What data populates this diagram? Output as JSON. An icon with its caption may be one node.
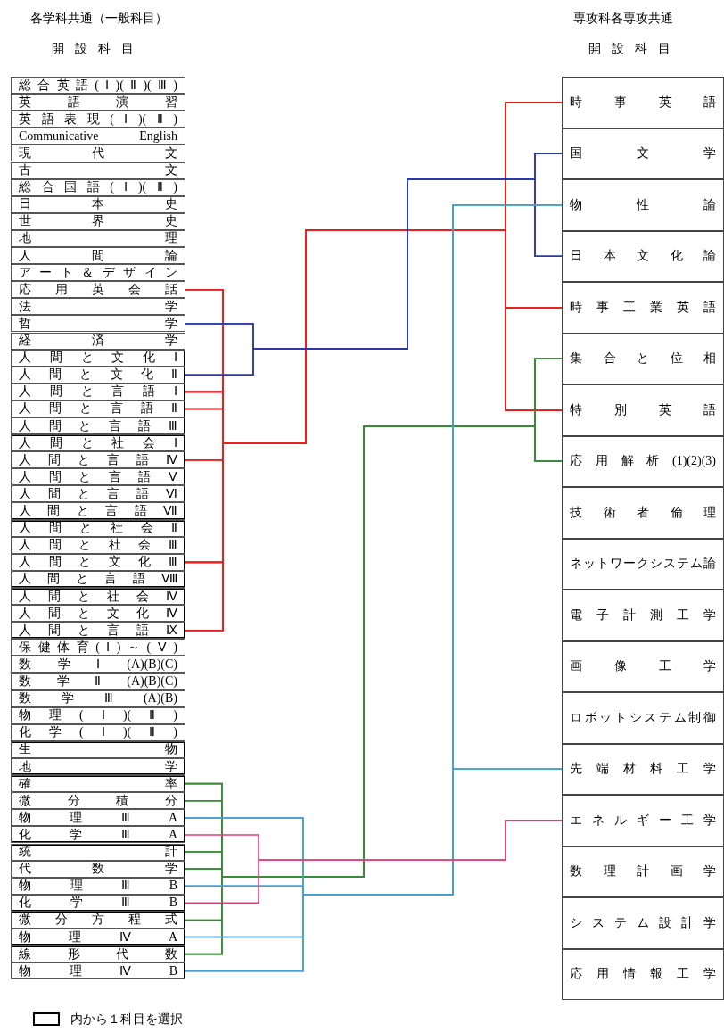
{
  "diagram": {
    "nodes": [
      {
        "text": [
          "総合英語(Ⅰ)(Ⅱ)(Ⅲ)"
        ]
      },
      {
        "text": [
          "英語演習"
        ]
      },
      {
        "text": [
          "英語表現(Ⅰ)(Ⅱ)"
        ]
      },
      {
        "text": [
          "Communicative English"
        ]
      },
      {
        "text": [
          "現代文"
        ]
      },
      {
        "text": [
          "古文"
        ]
      },
      {
        "text": [
          "総合国語(Ⅰ)(Ⅱ)"
        ]
      },
      {
        "text": [
          "日本史"
        ]
      },
      {
        "text": [
          "世界史"
        ]
      },
      {
        "text": [
          "地理"
        ]
      },
      {
        "text": [
          "人間論"
        ]
      },
      {
        "text": [
          "アート＆デザイン"
        ]
      },
      {
        "text": [
          "応用英会話"
        ]
      },
      {
        "text": [
          "法学"
        ]
      },
      {
        "text": [
          "哲学"
        ]
      },
      {
        "text": [
          "経済学"
        ]
      },
      {
        "text": [],
        "shape": "box"
      },
      {
        "text": [
          "人間と文化Ⅰ"
        ],
        "in": 16
      },
      {
        "text": [
          "人間と文化Ⅱ"
        ],
        "in": 16
      },
      {
        "text": [
          "人間と言語Ⅰ"
        ],
        "in": 16
      },
      {
        "text": [
          "人間と言語Ⅱ"
        ],
        "in": 16
      },
      {
        "text": [
          "人間と言語Ⅲ"
        ],
        "in": 16
      },
      {
        "text": [],
        "shape": "box"
      },
      {
        "text": [
          "人間と社会Ⅰ"
        ],
        "in": 22
      },
      {
        "text": [
          "人間と言語Ⅳ"
        ],
        "in": 22
      },
      {
        "text": [
          "人間と言語Ⅴ"
        ],
        "in": 22
      },
      {
        "text": [
          "人間と言語Ⅵ"
        ],
        "in": 22
      },
      {
        "text": [
          "人間と言語Ⅶ"
        ],
        "in": 22
      },
      {
        "text": [],
        "shape": "box"
      },
      {
        "text": [
          "人間と社会Ⅱ"
        ],
        "in": 28
      },
      {
        "text": [
          "人間と社会Ⅲ"
        ],
        "in": 28
      },
      {
        "text": [
          "人間と文化Ⅲ"
        ],
        "in": 28
      },
      {
        "text": [
          "人間と言語Ⅷ"
        ],
        "in": 28
      },
      {
        "text": [],
        "shape": "box"
      },
      {
        "text": [
          "人間と社会Ⅳ"
        ],
        "in": 33
      },
      {
        "text": [
          "人間と文化Ⅳ"
        ],
        "in": 33
      },
      {
        "text": [
          "人間と言語Ⅸ"
        ],
        "in": 33
      },
      {
        "text": [
          "保健体育(Ⅰ)～(Ⅴ)"
        ]
      },
      {
        "text": [
          "数学Ⅰ(A)(B)(C)"
        ]
      },
      {
        "text": [
          "数学Ⅱ(A)(B)(C)"
        ]
      },
      {
        "text": [
          "数学Ⅲ(A)(B)"
        ]
      },
      {
        "text": [
          "物理(Ⅰ)(Ⅱ)"
        ]
      },
      {
        "text": [
          "化学(Ⅰ)(Ⅱ)"
        ]
      },
      {
        "text": [],
        "shape": "box"
      },
      {
        "text": [
          "生物"
        ],
        "in": 43
      },
      {
        "text": [
          "地学"
        ],
        "in": 43
      },
      {
        "text": [],
        "shape": "box"
      },
      {
        "text": [
          "確率"
        ],
        "in": 46
      },
      {
        "text": [
          "微分積分"
        ],
        "in": 46
      },
      {
        "text": [
          "物理ⅢA"
        ],
        "in": 46
      },
      {
        "text": [
          "化学ⅢA"
        ],
        "in": 46
      },
      {
        "text": [],
        "shape": "box"
      },
      {
        "text": [
          "統計"
        ],
        "in": 51
      },
      {
        "text": [
          "代数学"
        ],
        "in": 51
      },
      {
        "text": [
          "物理ⅢB"
        ],
        "in": 51
      },
      {
        "text": [
          "化学ⅢB"
        ],
        "in": 51
      },
      {
        "text": [],
        "shape": "box"
      },
      {
        "text": [
          "微分方程式"
        ],
        "in": 56
      },
      {
        "text": [
          "物理ⅣA"
        ],
        "in": 56
      },
      {
        "text": [],
        "shape": "box"
      },
      {
        "text": [
          "線形代数"
        ],
        "in": 59
      },
      {
        "text": [
          "物理ⅣB"
        ],
        "in": 59
      },
      {
        "text": [
          "時事英語"
        ]
      },
      {
        "text": [
          "国文学"
        ]
      },
      {
        "text": [
          "物性論"
        ]
      },
      {
        "text": [
          "日本文化論"
        ]
      },
      {
        "text": [
          "時事工業英語"
        ]
      },
      {
        "text": [
          "集合と位相"
        ]
      },
      {
        "text": [
          "特別英語"
        ]
      },
      {
        "text": [
          "応用解析(1)(2)(3)"
        ]
      },
      {
        "text": [
          "技術者倫理"
        ]
      },
      {
        "text": [
          "ネットワークシステム論"
        ]
      },
      {
        "text": [
          "電子計測工学"
        ]
      },
      {
        "text": [
          "画像工学"
        ]
      },
      {
        "text": [
          "ロボットシステム制御"
        ]
      },
      {
        "text": [
          "先端材料工学"
        ]
      },
      {
        "text": [
          "エネルギー工学"
        ]
      },
      {
        "text": [
          "数理計画学"
        ]
      },
      {
        "text": [
          "システム設計学"
        ]
      },
      {
        "text": [
          "応用情報工学"
        ]
      }
    ],
    "edges": [
      {
        "from": 12,
        "to": 62,
        "arrow": "none"
      },
      {
        "from": 12,
        "to": 66,
        "arrow": "none"
      },
      {
        "from": 12,
        "to": 68,
        "arrow": "none"
      },
      {
        "from": 19,
        "to": 62,
        "arrow": "none"
      },
      {
        "from": 19,
        "to": 66,
        "arrow": "none"
      },
      {
        "from": 19,
        "to": 68,
        "arrow": "none"
      },
      {
        "from": 20,
        "to": 62,
        "arrow": "none"
      },
      {
        "from": 20,
        "to": 66,
        "arrow": "none"
      },
      {
        "from": 20,
        "to": 68,
        "arrow": "none"
      },
      {
        "from": 24,
        "to": 62,
        "arrow": "none"
      },
      {
        "from": 24,
        "to": 66,
        "arrow": "none"
      },
      {
        "from": 24,
        "to": 68,
        "arrow": "none"
      },
      {
        "from": 31,
        "to": 62,
        "arrow": "none"
      },
      {
        "from": 31,
        "to": 66,
        "arrow": "none"
      },
      {
        "from": 31,
        "to": 68,
        "arrow": "none"
      },
      {
        "from": 36,
        "to": 62,
        "arrow": "none"
      },
      {
        "from": 36,
        "to": 66,
        "arrow": "none"
      },
      {
        "from": 36,
        "to": 68,
        "arrow": "none"
      },
      {
        "from": 14,
        "to": 63,
        "arrow": "none",
        "color": "#2b3aa8"
      },
      {
        "from": 14,
        "to": 65,
        "arrow": "none",
        "color": "#2b3aa8"
      },
      {
        "from": 18,
        "to": 63,
        "arrow": "none",
        "color": "#2b3aa8"
      },
      {
        "from": 18,
        "to": 65,
        "arrow": "none",
        "color": "#2b3aa8"
      },
      {
        "from": 47,
        "to": 67,
        "arrow": "none",
        "color": "#3a8a3a"
      },
      {
        "from": 47,
        "to": 69,
        "arrow": "none",
        "color": "#3a8a3a"
      },
      {
        "from": 48,
        "to": 67,
        "arrow": "none",
        "color": "#3a8a3a"
      },
      {
        "from": 48,
        "to": 69,
        "arrow": "none",
        "color": "#3a8a3a"
      },
      {
        "from": 52,
        "to": 67,
        "arrow": "none",
        "color": "#3a8a3a"
      },
      {
        "from": 52,
        "to": 69,
        "arrow": "none",
        "color": "#3a8a3a"
      },
      {
        "from": 53,
        "to": 67,
        "arrow": "none",
        "color": "#3a8a3a"
      },
      {
        "from": 53,
        "to": 69,
        "arrow": "none",
        "color": "#3a8a3a"
      },
      {
        "from": 57,
        "to": 67,
        "arrow": "none",
        "color": "#3a8a3a"
      },
      {
        "from": 57,
        "to": 69,
        "arrow": "none",
        "color": "#3a8a3a"
      },
      {
        "from": 60,
        "to": 67,
        "arrow": "none",
        "color": "#3a8a3a"
      },
      {
        "from": 60,
        "to": 69,
        "arrow": "none",
        "color": "#3a8a3a"
      },
      {
        "from": 49,
        "to": 64,
        "arrow": "none",
        "color": "#4a9fd4"
      },
      {
        "from": 49,
        "to": 75,
        "arrow": "none",
        "color": "#4a9fd4"
      },
      {
        "from": 54,
        "to": 64,
        "arrow": "none",
        "color": "#4a9fd4"
      },
      {
        "from": 54,
        "to": 75,
        "arrow": "none",
        "color": "#4a9fd4"
      },
      {
        "from": 58,
        "to": 64,
        "arrow": "none",
        "color": "#4a9fd4"
      },
      {
        "from": 58,
        "to": 75,
        "arrow": "none",
        "color": "#4a9fd4"
      },
      {
        "from": 61,
        "to": 64,
        "arrow": "none",
        "color": "#4a9fd4"
      },
      {
        "from": 61,
        "to": 75,
        "arrow": "none",
        "color": "#4a9fd4"
      },
      {
        "from": 50,
        "to": 76,
        "arrow": "none",
        "color": "#e0407a"
      },
      {
        "from": 55,
        "to": 76,
        "arrow": "none",
        "color": "#e0407a"
      }
    ],
    "labels": [
      "各学科共通（一般科目）",
      "開設科目",
      "専攻科各専攻共通",
      "開設科目"
    ],
    "legend": [
      {
        "text": "内から１科目を選択"
      }
    ]
  }
}
